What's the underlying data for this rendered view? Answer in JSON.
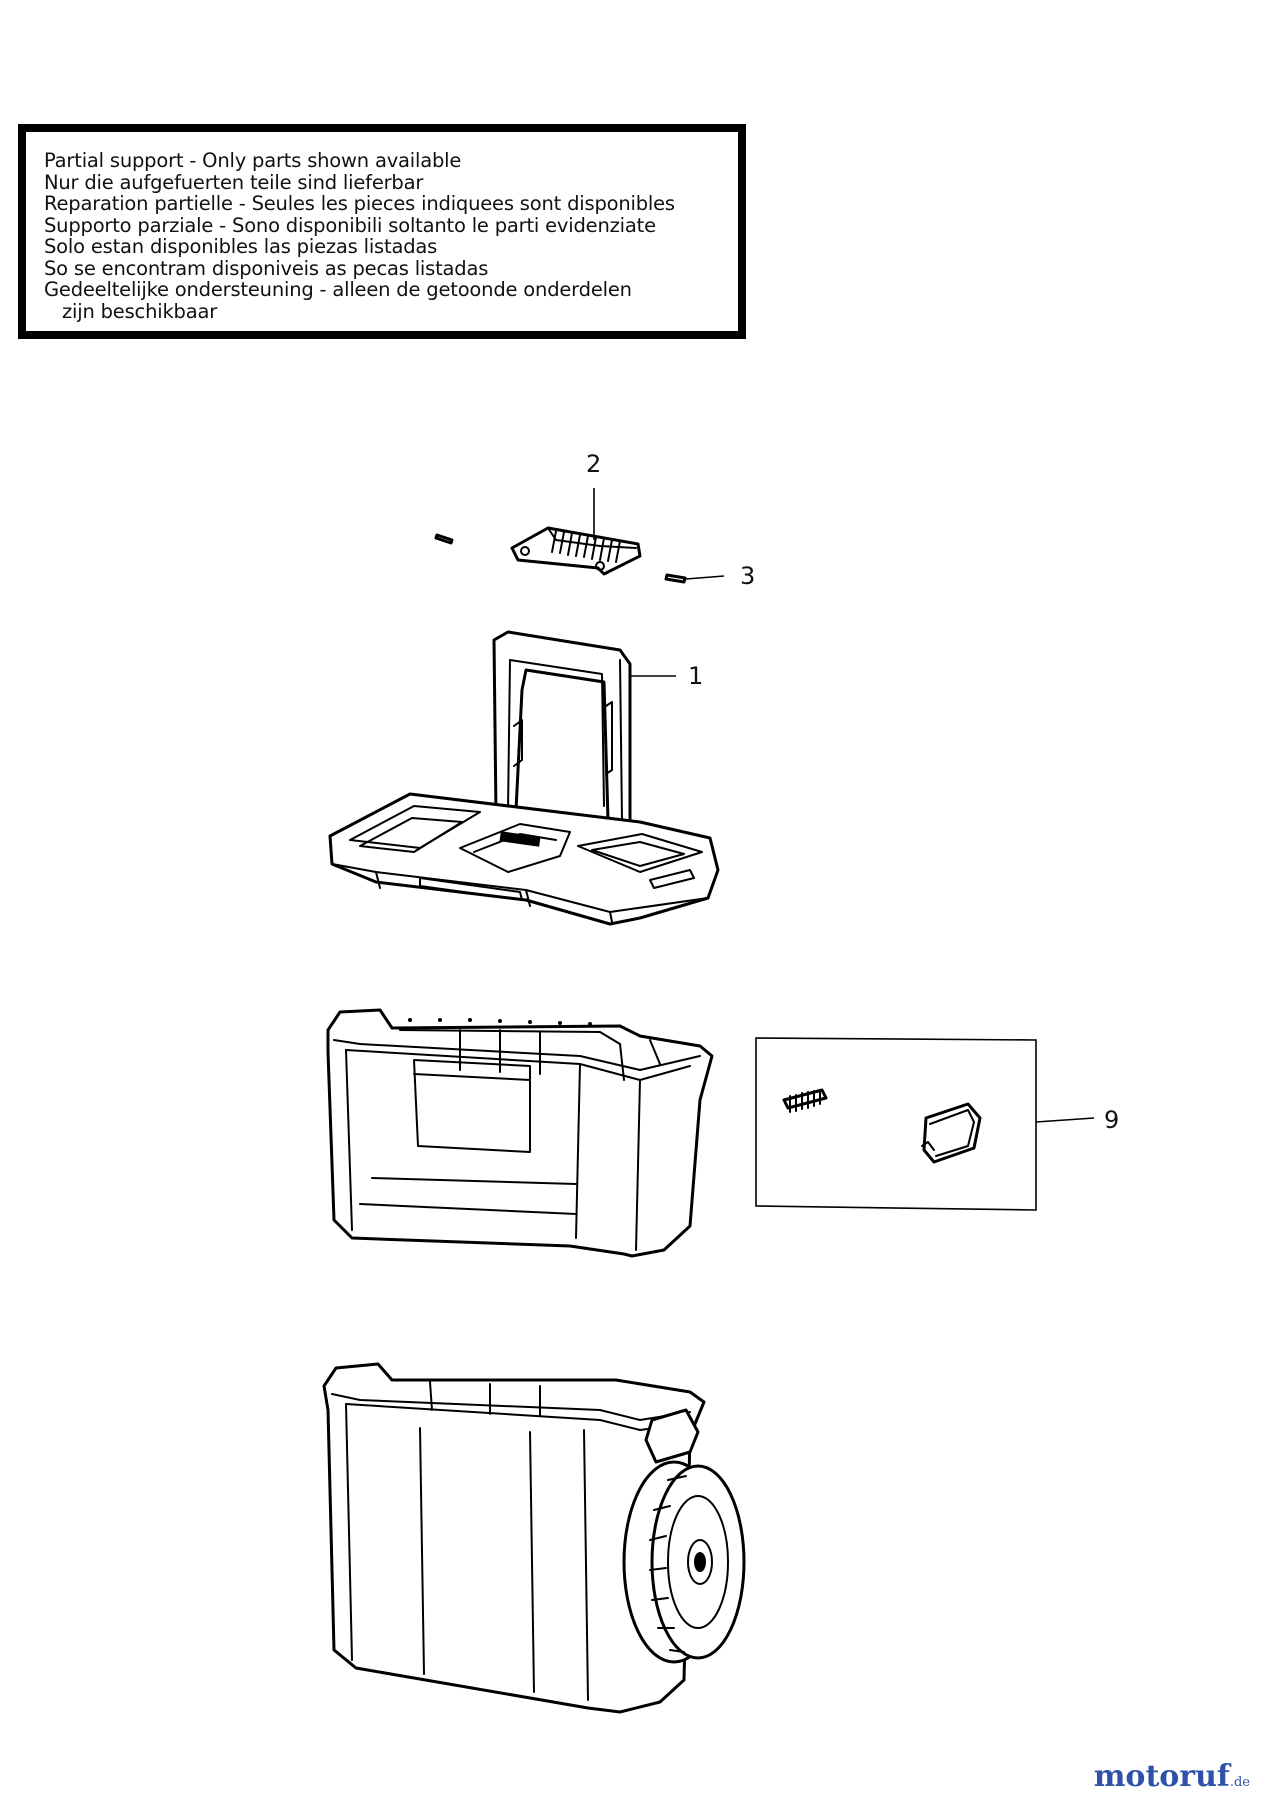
{
  "notice": {
    "lines": [
      "Partial support - Only parts shown available",
      "Nur die aufgefuerten teile sind lieferbar",
      "Reparation partielle - Seules les pieces indiquees sont disponibles",
      "Supporto parziale - Sono disponibili soltanto le parti evidenziate",
      "Solo estan disponibles las piezas listadas",
      "So se encontram disponiveis as pecas listadas",
      "Gedeeltelijke ondersteuning - alleen de getoonde onderdelen",
      "   zijn beschikbaar"
    ]
  },
  "callouts": {
    "part_1": "1",
    "part_2": "2",
    "part_3": "3",
    "part_9": "9"
  },
  "watermark": {
    "brand": "motoruf",
    "tld": ".de"
  }
}
